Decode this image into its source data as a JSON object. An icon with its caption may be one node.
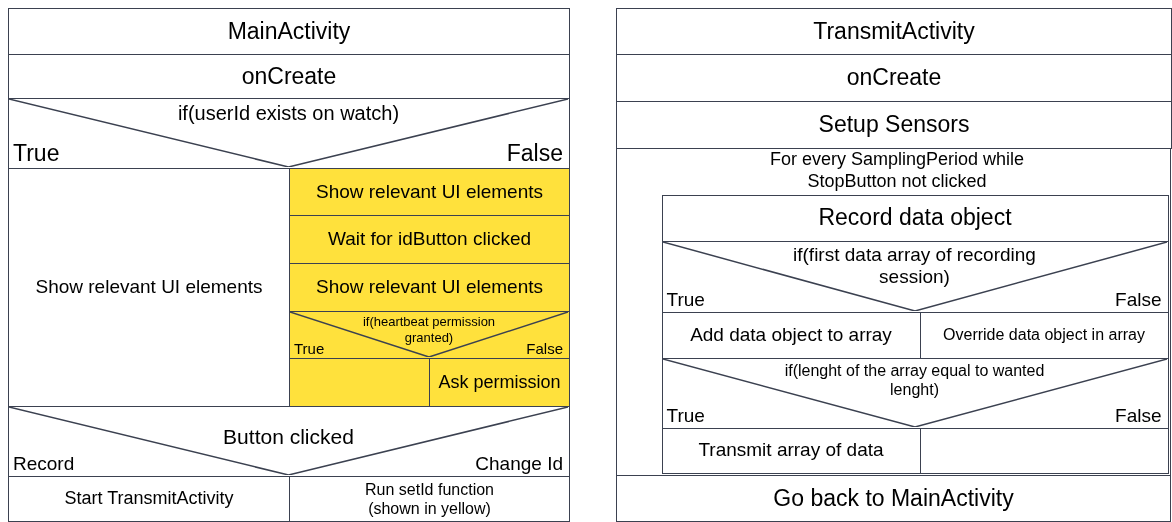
{
  "diagram": {
    "nodes": [
      {
        "text": [
          "MainActivity"
        ]
      },
      {
        "text": [
          "onCreate"
        ]
      },
      {
        "text": [
          "if(userId exists on watch)",
          "True",
          "False"
        ]
      },
      {
        "text": [
          "Show relevant UI elements"
        ]
      },
      {
        "text": [
          "Show relevant UI elements"
        ]
      },
      {
        "text": [
          "Wait for idButton clicked"
        ]
      },
      {
        "text": [
          "Show relevant UI elements"
        ]
      },
      {
        "text": [
          "if(heartbeat permission granted)",
          "True",
          "False"
        ]
      },
      {
        "text": [],
        "shape": "box"
      },
      {
        "text": [
          "Ask permission"
        ]
      },
      {
        "text": [
          "Button clicked",
          "Record",
          "Change Id"
        ]
      },
      {
        "text": [
          "Start TransmitActivity"
        ]
      },
      {
        "text": [
          "Run setId function (shown in yellow)"
        ]
      },
      {
        "text": [
          "TransmitActivity"
        ]
      },
      {
        "text": [
          "onCreate"
        ]
      },
      {
        "text": [
          "Setup Sensors"
        ]
      },
      {
        "text": [
          "For every SamplingPeriod while StopButton not clicked"
        ]
      },
      {
        "text": [
          "Record data object"
        ],
        "in": 16
      },
      {
        "text": [
          "if(first data array of recording session)",
          "True",
          "False"
        ],
        "in": 16
      },
      {
        "text": [
          "Add data object to array"
        ],
        "in": 16
      },
      {
        "text": [
          "Override data object in array"
        ],
        "in": 16
      },
      {
        "text": [
          "if(lenght of the array equal to wanted lenght)",
          "True",
          "False"
        ],
        "in": 16
      },
      {
        "text": [
          "Transmit array of data"
        ],
        "in": 16
      },
      {
        "text": [],
        "shape": "box",
        "in": 16
      },
      {
        "text": [
          "Go back to MainActivity"
        ]
      }
    ],
    "edges": []
  }
}
